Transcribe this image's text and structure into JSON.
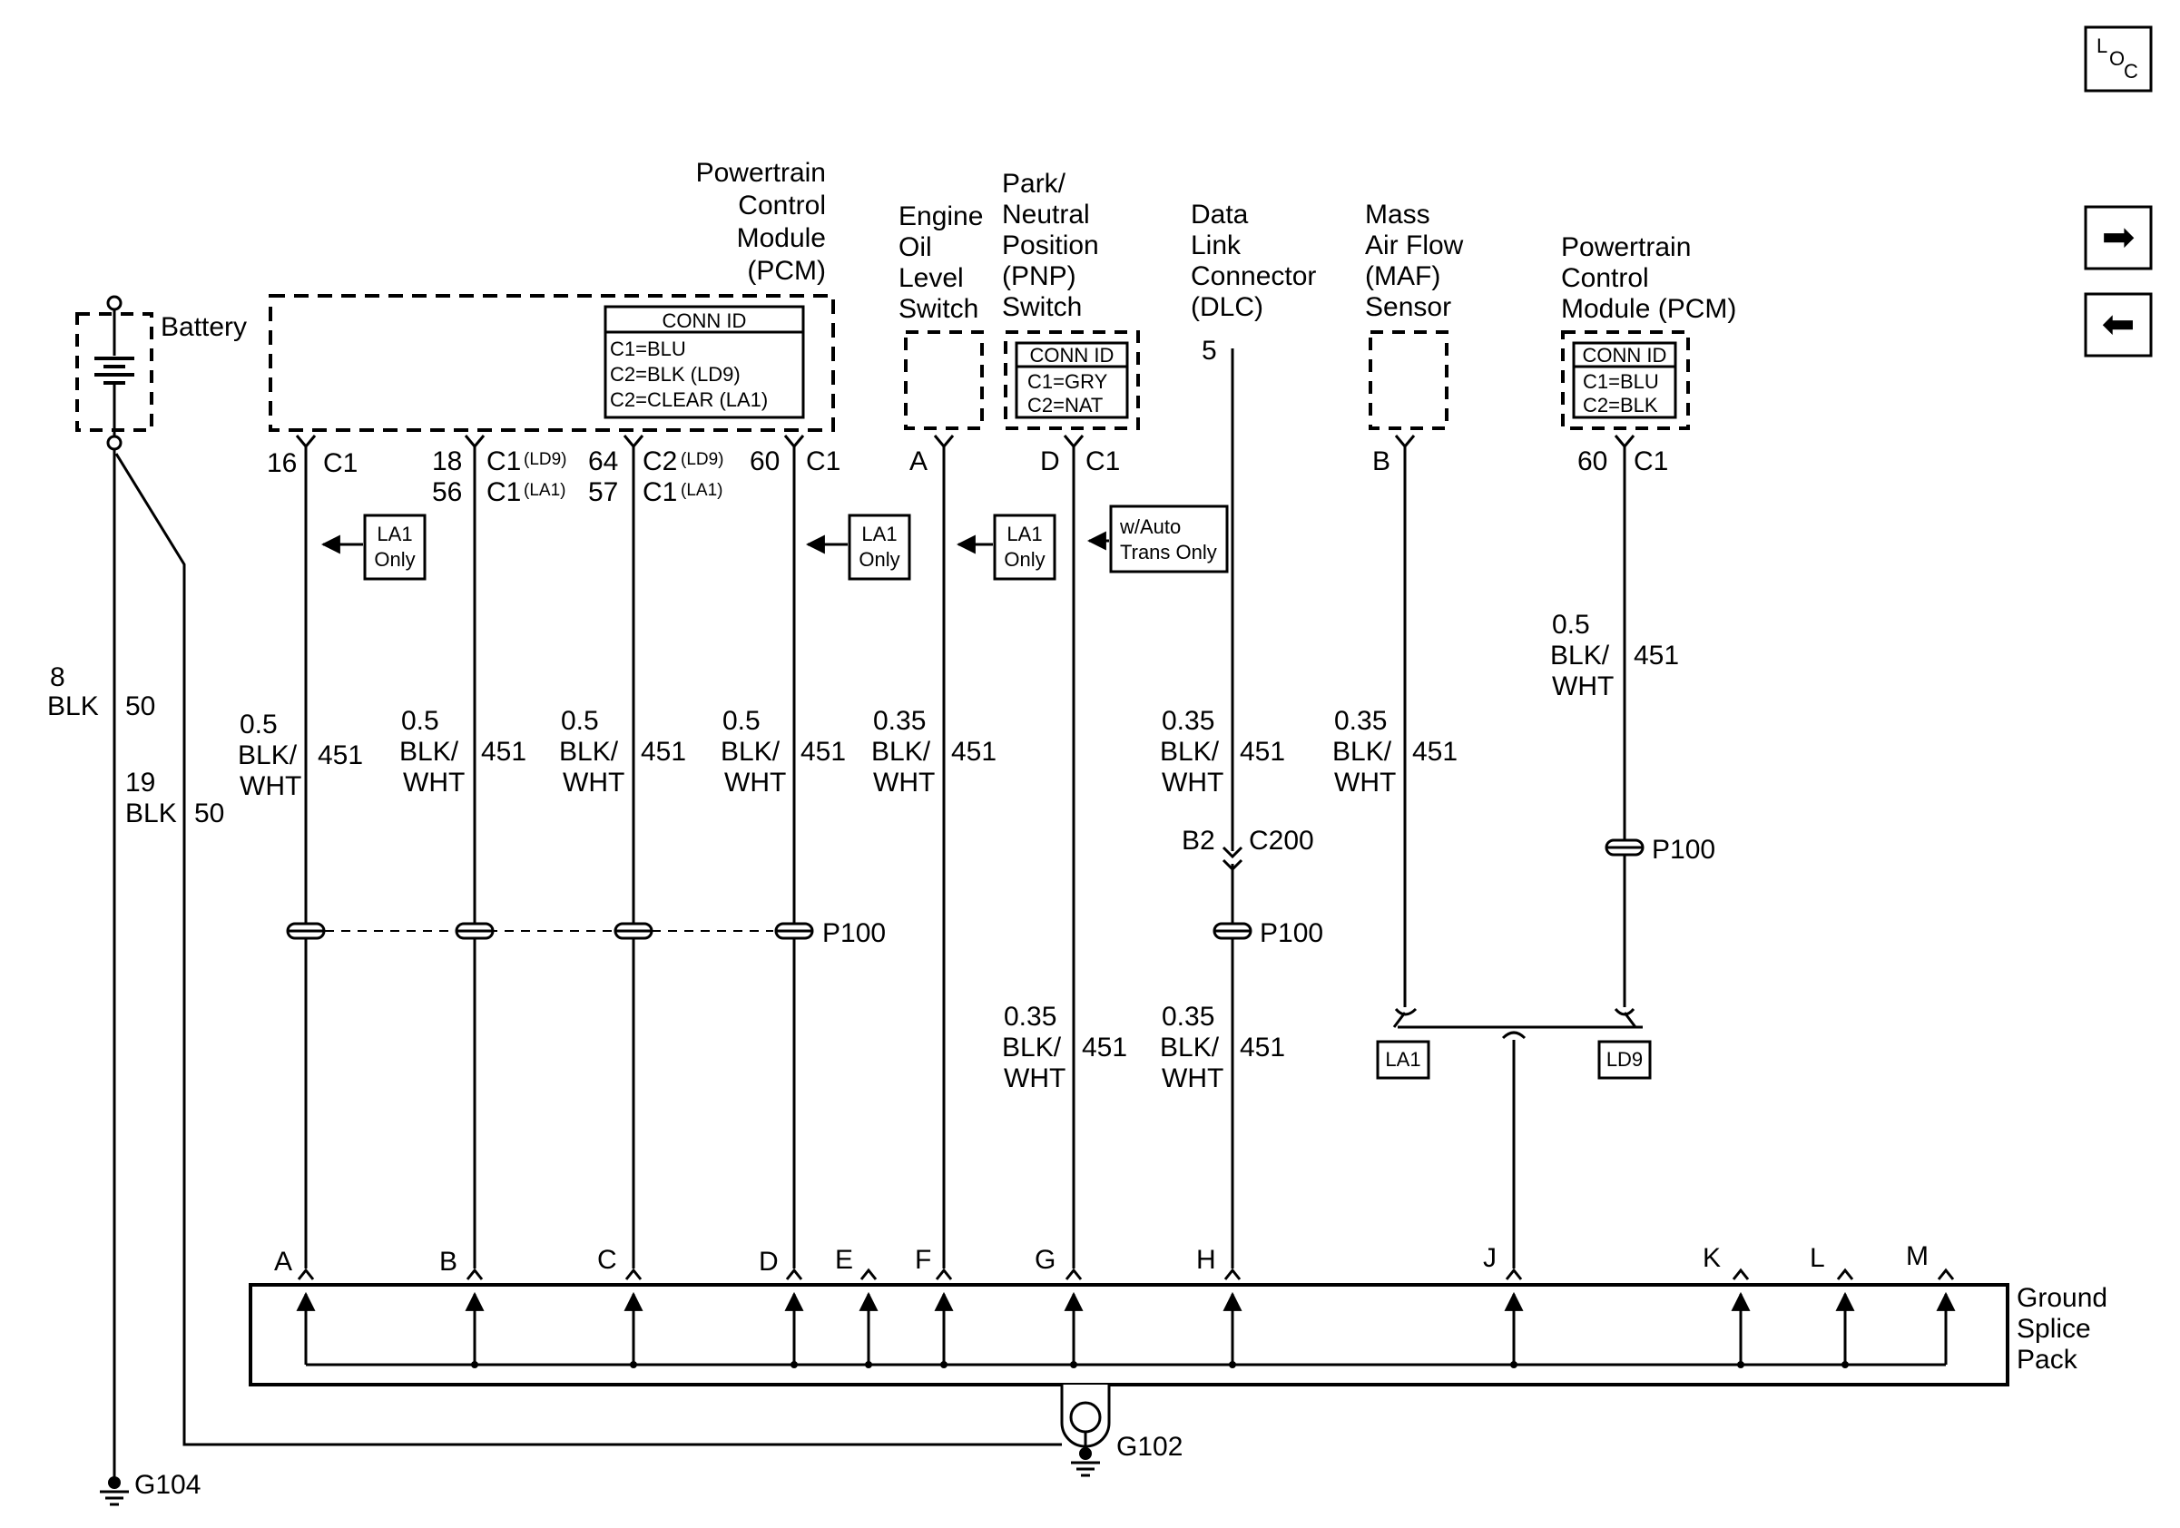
{
  "nav": {
    "loc_l": "L",
    "loc_o": "O",
    "loc_c": "C",
    "next_glyph": "➡",
    "prev_glyph": "⬅"
  },
  "battery": {
    "label": "Battery"
  },
  "pcm_main": {
    "title": [
      "Powertrain",
      "Control",
      "Module",
      "(PCM)"
    ],
    "conn_header": "CONN ID",
    "conn_lines": [
      "C1=BLU",
      "C2=BLK (LD9)",
      "C2=CLEAR (LA1)"
    ]
  },
  "oil_switch": {
    "title": [
      "Engine",
      "Oil",
      "Level",
      "Switch"
    ]
  },
  "pnp_switch": {
    "title": [
      "Park/",
      "Neutral",
      "Position",
      "(PNP)",
      "Switch"
    ],
    "conn_header": "CONN ID",
    "conn_lines": [
      "C1=GRY",
      "C2=NAT"
    ]
  },
  "dlc": {
    "title": [
      "Data",
      "Link",
      "Connector",
      "(DLC)"
    ],
    "pin": "5"
  },
  "maf": {
    "title": [
      "Mass",
      "Air Flow",
      "(MAF)",
      "Sensor"
    ]
  },
  "pcm_right": {
    "title": [
      "Powertrain",
      "Control",
      "Module (PCM)"
    ],
    "conn_header": "CONN ID",
    "conn_lines": [
      "C1=BLU",
      "C2=BLK"
    ]
  },
  "pins": {
    "p16": "16",
    "c1_a": "C1",
    "p18": "18",
    "p56": "56",
    "c1_ld9": "C1",
    "ld9_a": "(LD9)",
    "c1_la1": "C1",
    "la1_a": "(LA1)",
    "p64": "64",
    "p57": "57",
    "c2_ld9": "C2",
    "ld9_b": "(LD9)",
    "c1_la1b": "C1",
    "la1_b": "(LA1)",
    "p60": "60",
    "c1_d": "C1",
    "pa": "A",
    "pd": "D",
    "c1_pnp": "C1",
    "pb": "B",
    "p60r": "60",
    "c1_r": "C1"
  },
  "notes": {
    "la1": "LA1",
    "only": "Only",
    "auto1": "w/Auto",
    "auto2": "Trans Only"
  },
  "wires": {
    "w05": "0.5",
    "w035": "0.35",
    "blk": "BLK/",
    "wht": "WHT",
    "circuit": "451",
    "w8": "8",
    "blk8": "BLK",
    "c50a": "50",
    "w19": "19",
    "blk19": "BLK",
    "c50b": "50"
  },
  "connectors": {
    "p100": "P100",
    "c200": "C200",
    "b2": "B2"
  },
  "options": {
    "la1": "LA1",
    "ld9": "LD9"
  },
  "splice": {
    "pins": [
      "A",
      "B",
      "C",
      "D",
      "E",
      "F",
      "G",
      "H",
      "J",
      "K",
      "L",
      "M"
    ],
    "title": [
      "Ground",
      "Splice",
      "Pack"
    ]
  },
  "grounds": {
    "g102": "G102",
    "g104": "G104"
  }
}
